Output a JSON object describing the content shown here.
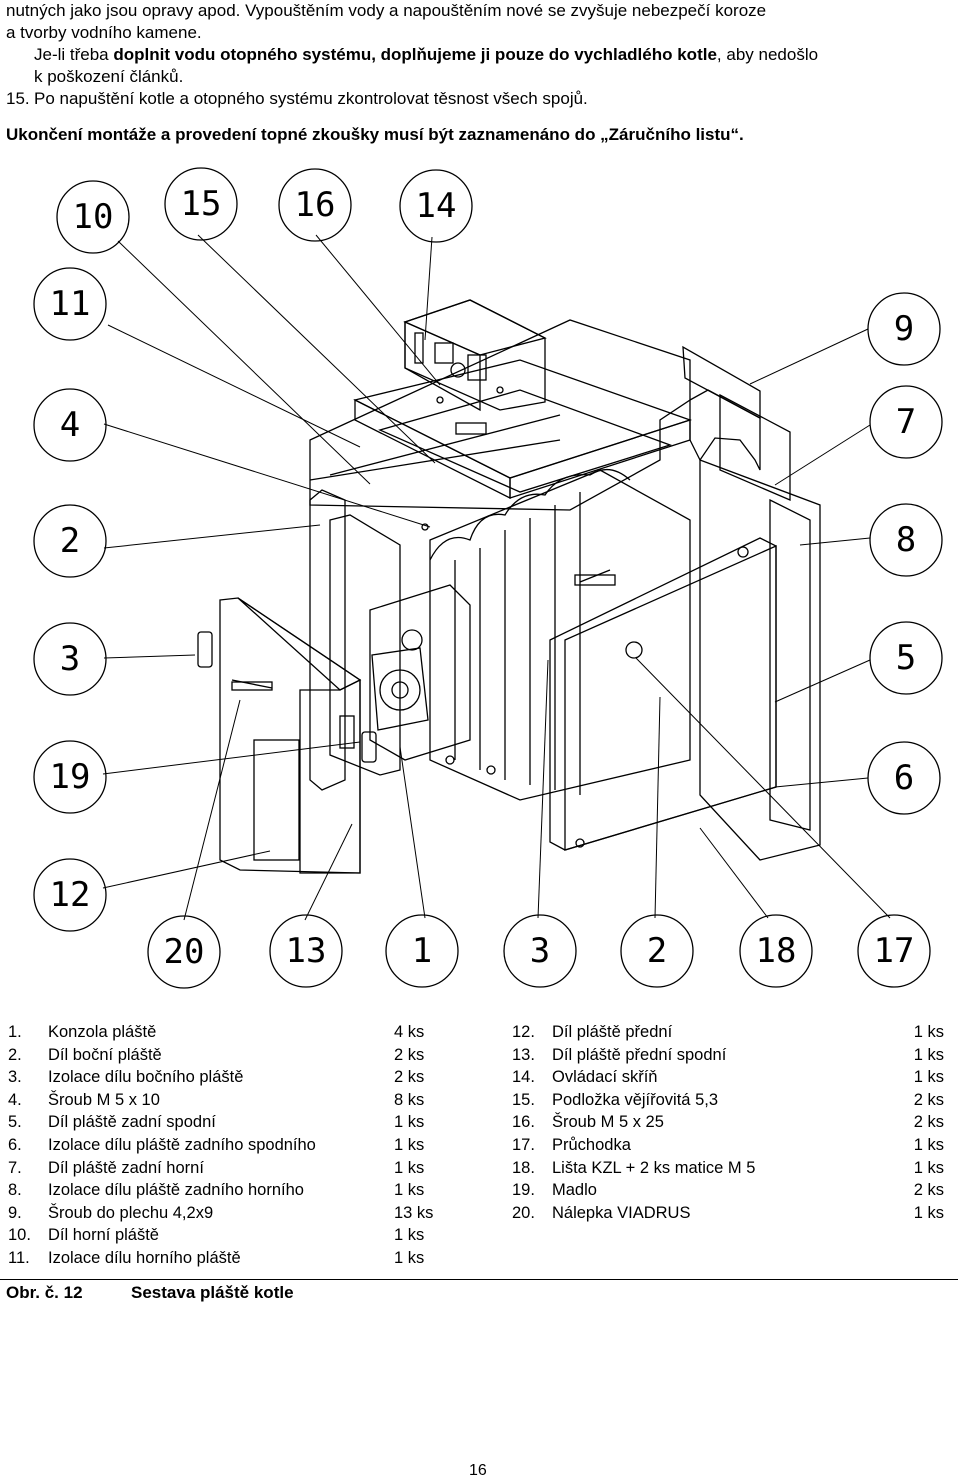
{
  "intro": {
    "line1": "nutných jako jsou opravy apod. Vypouštěním vody a napouštěním nové se zvyšuje nebezpečí koroze",
    "line2": "a tvorby vodního kamene.",
    "line3_pre": "Je-li třeba ",
    "line3_bold": "doplnit vodu otopného systému, doplňujeme ji pouze do vychladlého kotle",
    "line3_post": ", aby nedošlo",
    "line4": "k poškození článků.",
    "item15_num": "15.",
    "item15_text": "Po napuštění kotle a otopného systému zkontrolovat těsnost všech spojů."
  },
  "notice": "Ukončení montáže a provedení topné zkoušky musí být zaznamenáno do „Záručního listu“.",
  "diagram_labels": {
    "l10": "10",
    "l15": "15",
    "l16": "16",
    "l14": "14",
    "l11": "11",
    "l4": "4",
    "l2": "2",
    "l3": "3",
    "l19": "19",
    "l12": "12",
    "l9": "9",
    "l7": "7",
    "l8": "8",
    "l5": "5",
    "l6": "6",
    "b20": "20",
    "b13": "13",
    "b1": "1",
    "b3": "3",
    "b2": "2",
    "b18": "18",
    "b17": "17"
  },
  "parts_left": [
    {
      "n": "1.",
      "t": "Konzola pláště",
      "q": "4 ks"
    },
    {
      "n": "2.",
      "t": "Díl boční pláště",
      "q": "2 ks"
    },
    {
      "n": "3.",
      "t": "Izolace dílu bočního pláště",
      "q": "2 ks"
    },
    {
      "n": "4.",
      "t": "Šroub M 5 x 10",
      "q": "8 ks"
    },
    {
      "n": "5.",
      "t": "Díl pláště zadní spodní",
      "q": "1 ks"
    },
    {
      "n": "6.",
      "t": "Izolace dílu pláště zadního spodního",
      "q": "1 ks"
    },
    {
      "n": "7.",
      "t": "Díl pláště zadní horní",
      "q": "1 ks"
    },
    {
      "n": "8.",
      "t": "Izolace dílu pláště zadního horního",
      "q": "1 ks"
    },
    {
      "n": "9.",
      "t": "Šroub do plechu 4,2x9",
      "q": "13 ks"
    },
    {
      "n": "10.",
      "t": "Díl horní pláště",
      "q": "1 ks"
    },
    {
      "n": "11.",
      "t": "Izolace dílu horního pláště",
      "q": "1 ks"
    }
  ],
  "parts_right": [
    {
      "n": "12.",
      "t": "Díl pláště přední",
      "q": "1 ks"
    },
    {
      "n": "13.",
      "t": "Díl pláště přední spodní",
      "q": "1 ks"
    },
    {
      "n": "14.",
      "t": "Ovládací skříň",
      "q": "1 ks"
    },
    {
      "n": "15.",
      "t": "Podložka vějířovitá 5,3",
      "q": "2 ks"
    },
    {
      "n": "16.",
      "t": "Šroub M 5 x 25",
      "q": "2 ks"
    },
    {
      "n": "17.",
      "t": "Průchodka",
      "q": "1 ks"
    },
    {
      "n": "18.",
      "t": "Lišta KZL + 2 ks matice M 5",
      "q": "1 ks"
    },
    {
      "n": "19.",
      "t": "Madlo",
      "q": "2 ks"
    },
    {
      "n": "20.",
      "t": "Nálepka VIADRUS",
      "q": "1 ks"
    }
  ],
  "caption": {
    "fig": "Obr. č. 12",
    "title": "Sestava pláště kotle"
  },
  "page_number": "16"
}
